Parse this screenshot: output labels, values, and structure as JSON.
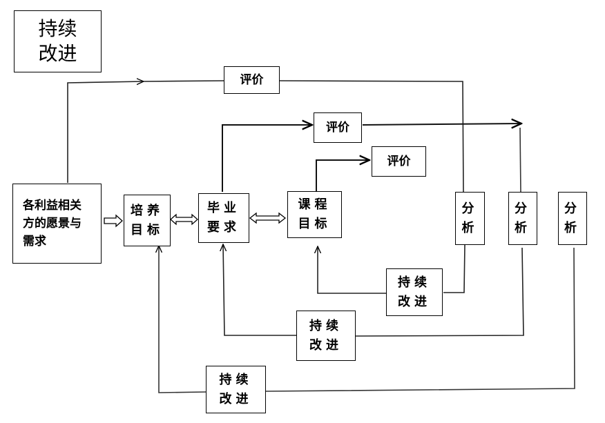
{
  "title_box": {
    "lines": [
      "持续",
      "改进"
    ]
  },
  "stakeholder": {
    "lines": [
      "各利益相关",
      "方的愿景与",
      "需求"
    ]
  },
  "training_goal": {
    "lines": [
      "培养",
      "目标"
    ]
  },
  "grad_req": {
    "lines": [
      "毕业",
      "要求"
    ]
  },
  "course_goal": {
    "lines": [
      "课程",
      "目标"
    ]
  },
  "evaluations": [
    {
      "label": "评价"
    },
    {
      "label": "评价"
    },
    {
      "label": "评价"
    }
  ],
  "analyses": [
    {
      "lines": [
        "分",
        "析"
      ]
    },
    {
      "lines": [
        "分",
        "析"
      ]
    },
    {
      "lines": [
        "分",
        "析"
      ]
    }
  ],
  "improvements": [
    {
      "lines": [
        "持续",
        "改进"
      ]
    },
    {
      "lines": [
        "持续",
        "改进"
      ]
    },
    {
      "lines": [
        "持续",
        "改进"
      ]
    }
  ]
}
